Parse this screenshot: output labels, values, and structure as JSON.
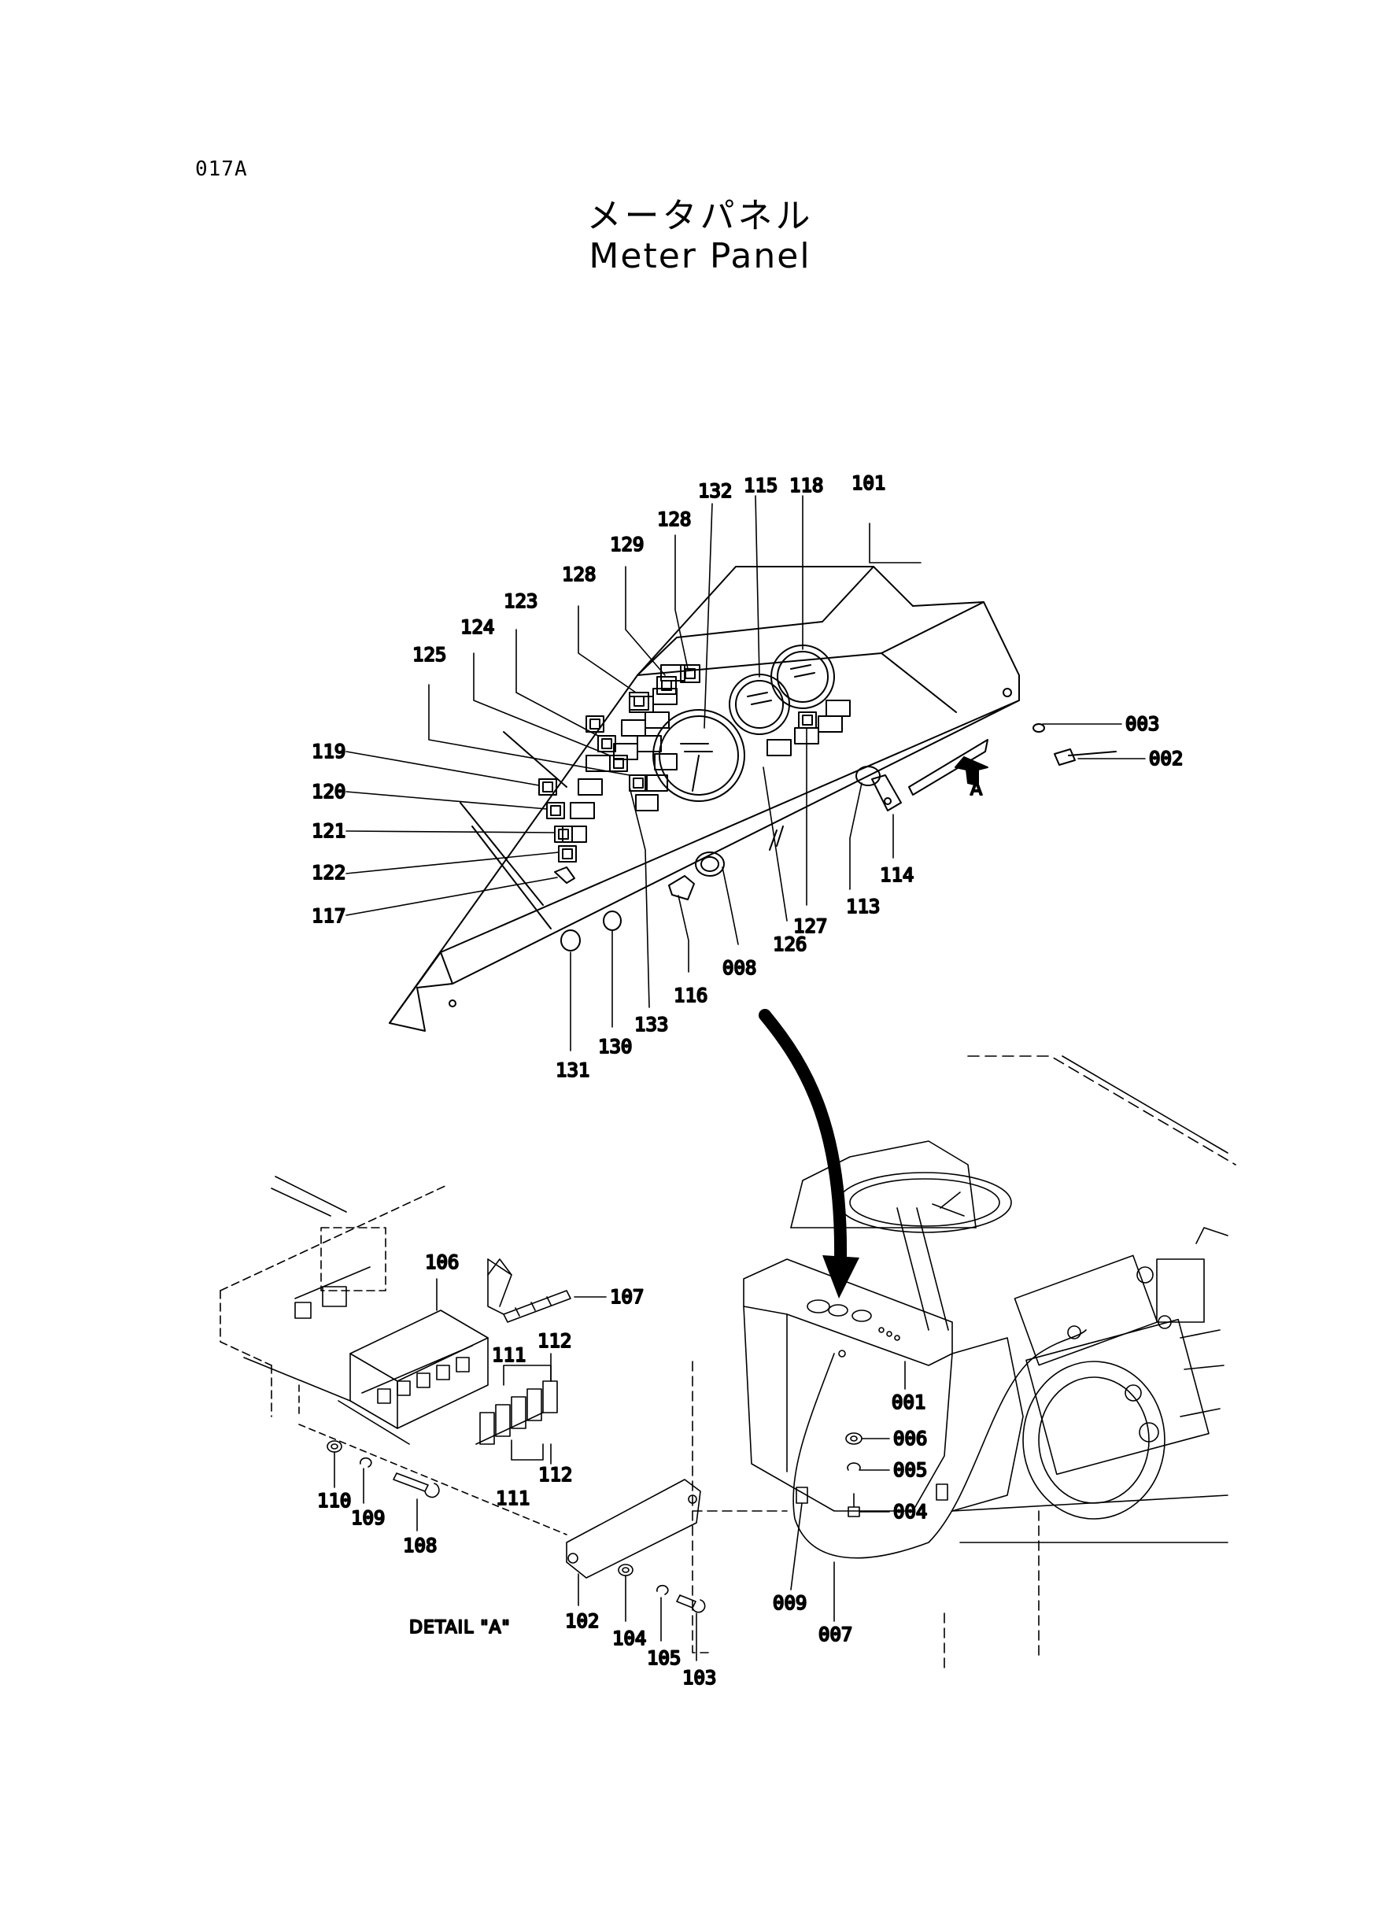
{
  "page_code": "017A",
  "title_ja": "メータパネル",
  "title_en": "Meter Panel",
  "detail_label": "DETAIL \"A\"",
  "view_arrow_label": "A",
  "callouts": {
    "c101": "101",
    "c132": "132",
    "c115": "115",
    "c118": "118",
    "c128a": "128",
    "c129": "129",
    "c128b": "128",
    "c123": "123",
    "c124": "124",
    "c125": "125",
    "c119": "119",
    "c120": "120",
    "c121": "121",
    "c122": "122",
    "c117": "117",
    "c003": "003",
    "c002": "002",
    "c114": "114",
    "c113": "113",
    "c127": "127",
    "c126": "126",
    "c008": "008",
    "c116": "116",
    "c133": "133",
    "c130": "130",
    "c131": "131",
    "c106": "106",
    "c107": "107",
    "c111a": "111",
    "c112a": "112",
    "c112b": "112",
    "c111b": "111",
    "c110": "110",
    "c109": "109",
    "c108": "108",
    "c102": "102",
    "c104": "104",
    "c105": "105",
    "c103": "103",
    "c001": "001",
    "c006": "006",
    "c005": "005",
    "c004": "004",
    "c009": "009",
    "c007": "007"
  }
}
